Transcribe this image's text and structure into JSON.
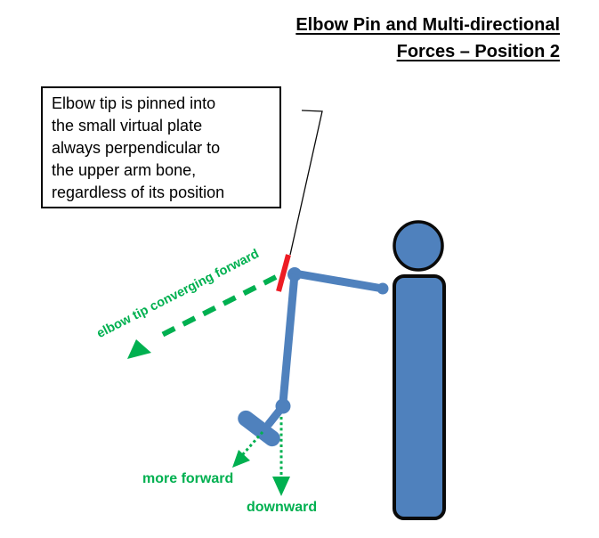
{
  "slide": {
    "title_line1": "Elbow Pin and Multi-directional",
    "title_line2": "Forces – Position 2"
  },
  "callout": {
    "lines": [
      "Elbow tip is pinned into",
      "the small virtual plate",
      "always perpendicular to",
      "the upper arm bone,",
      "regardless of its position"
    ]
  },
  "labels": {
    "converging": "elbow tip converging forward",
    "more_forward": "more forward",
    "downward": "downward"
  },
  "colors": {
    "figure_blue": "#4F81BD",
    "outline_black": "#0a0a0a",
    "plate_red": "#ED1C24",
    "arrow_green": "#00B050"
  }
}
